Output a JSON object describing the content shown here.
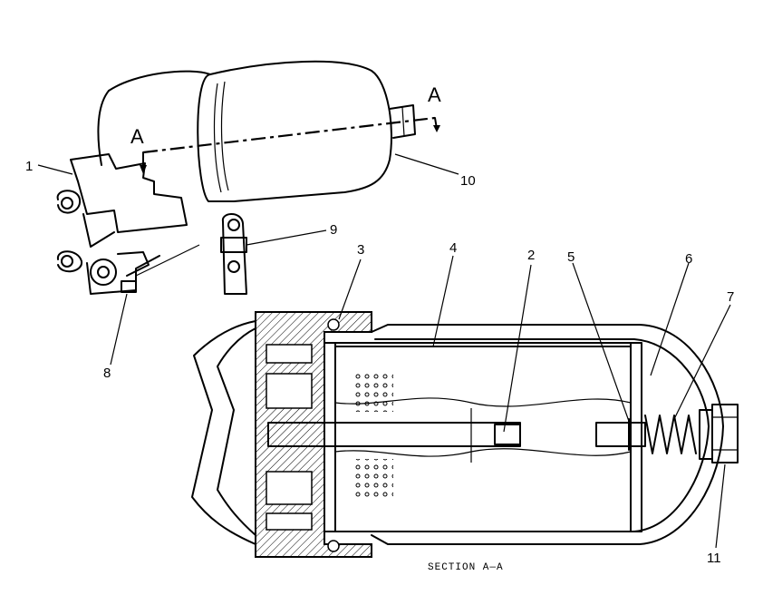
{
  "callouts": [
    "1",
    "2",
    "3",
    "4",
    "5",
    "6",
    "7",
    "8",
    "9",
    "10",
    "11"
  ],
  "section_marker": "A",
  "section_caption": "SECTION A—A",
  "colors": {
    "ink": "#000000",
    "paper": "#ffffff"
  }
}
